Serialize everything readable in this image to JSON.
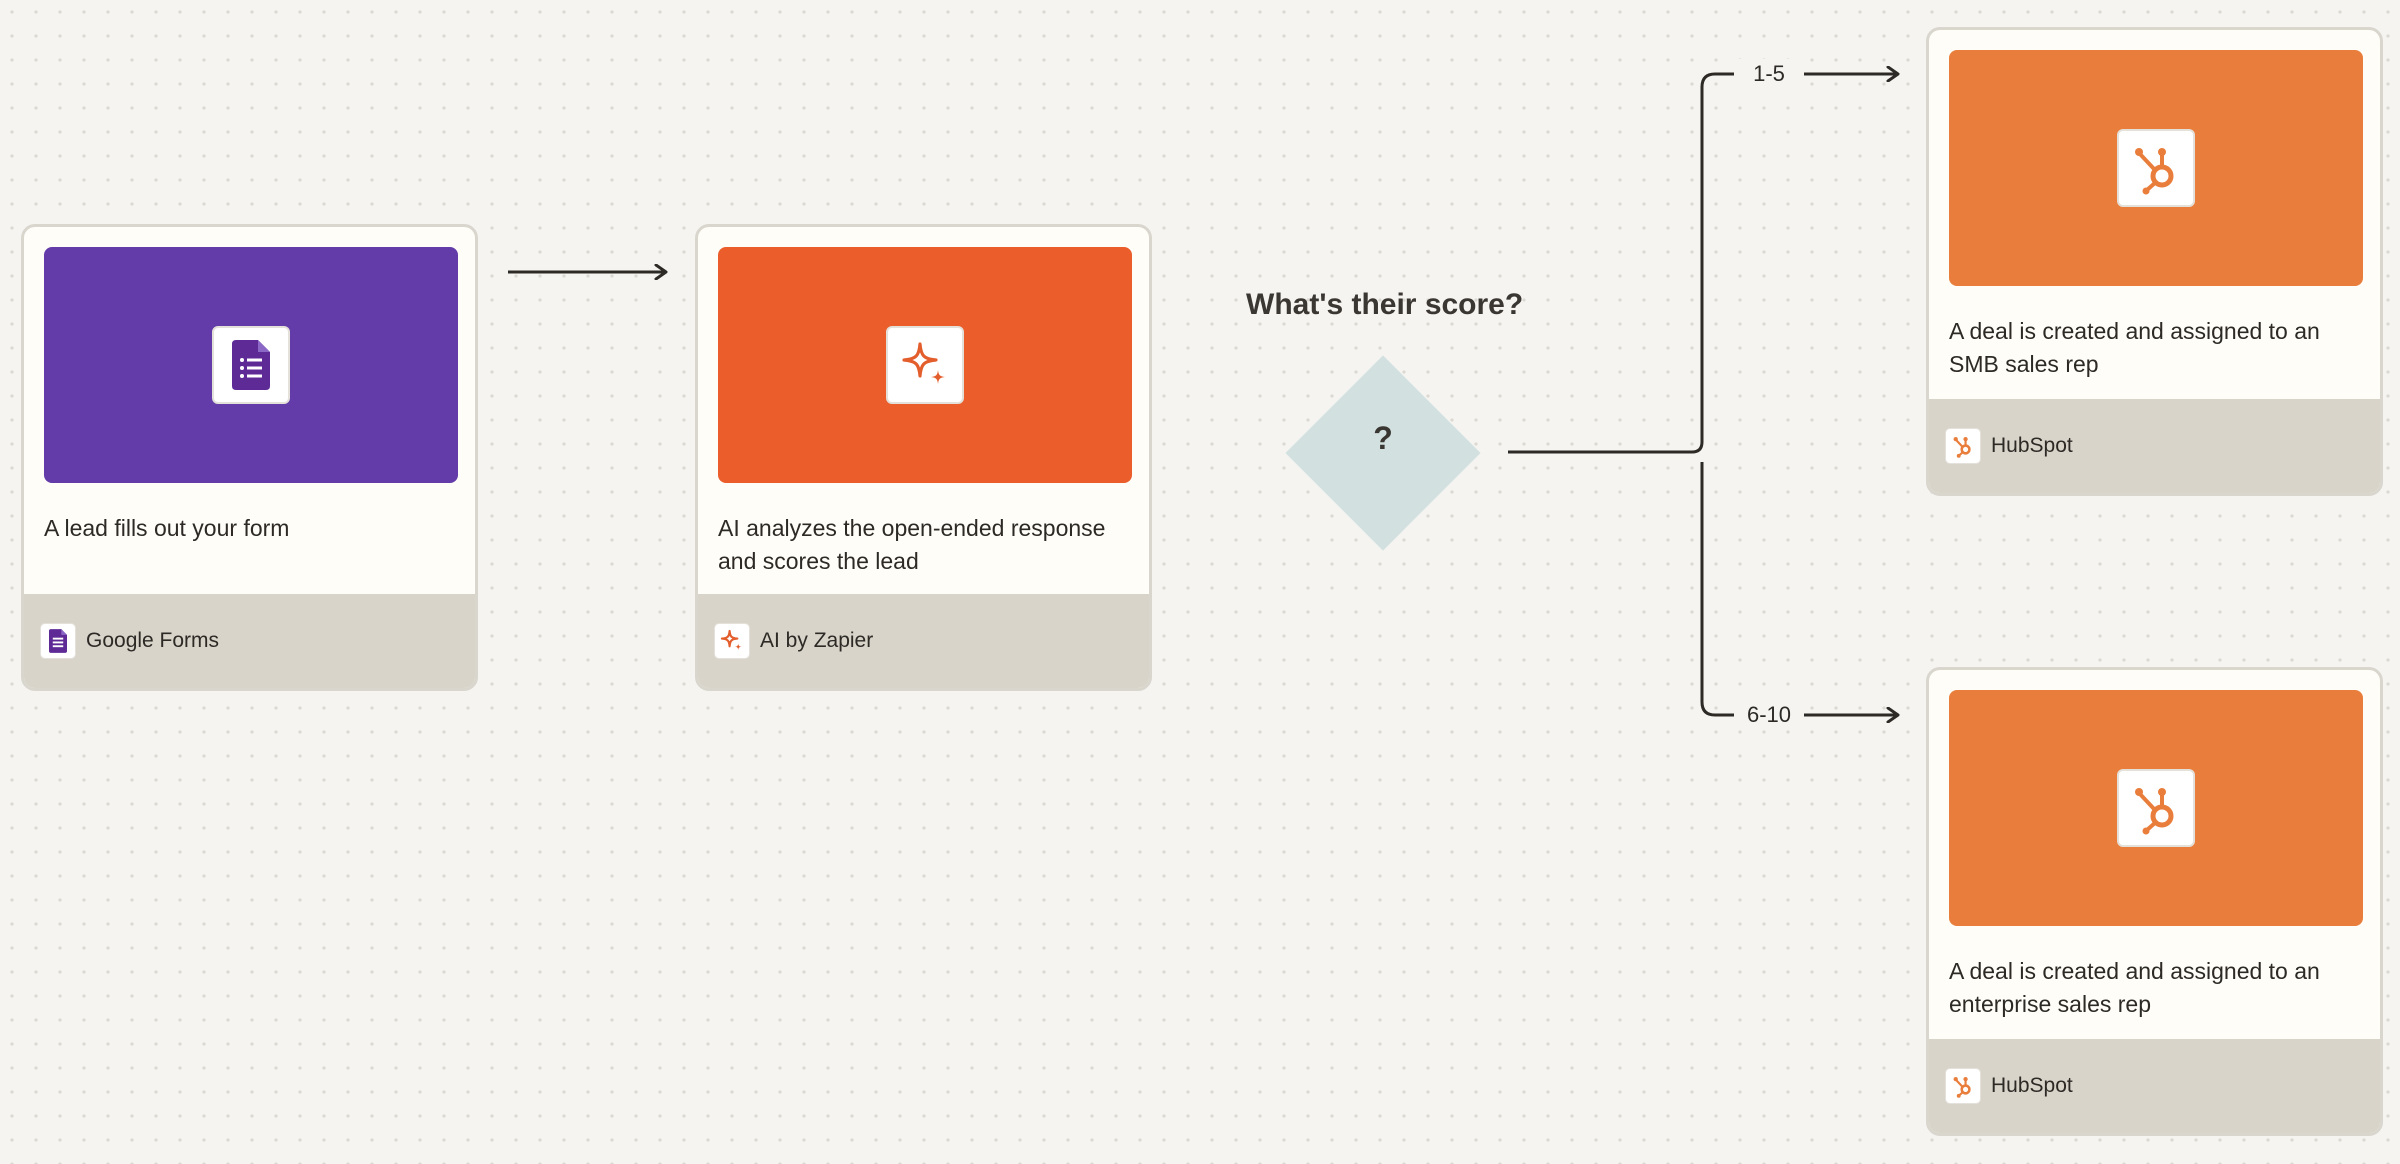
{
  "theme": {
    "google_forms_color": "#633ca9",
    "ai_zapier_color": "#eb5e2c",
    "hubspot_color": "#e97e3c",
    "decision_color": "#d2e1e0"
  },
  "steps": [
    {
      "description": "A lead fills out your form",
      "app_name": "Google Forms",
      "icon": "google-forms-icon"
    },
    {
      "description": "AI analyzes the open-ended response and scores the lead",
      "app_name": "AI by Zapier",
      "icon": "ai-sparkle-icon"
    }
  ],
  "decision": {
    "question": "What's their score?",
    "symbol": "?"
  },
  "branches": [
    {
      "range": "1-5",
      "description": "A deal is created and assigned to an SMB sales rep",
      "app_name": "HubSpot",
      "icon": "hubspot-icon"
    },
    {
      "range": "6-10",
      "description": "A deal is created and assigned to an enterprise sales rep",
      "app_name": "HubSpot",
      "icon": "hubspot-icon"
    }
  ]
}
